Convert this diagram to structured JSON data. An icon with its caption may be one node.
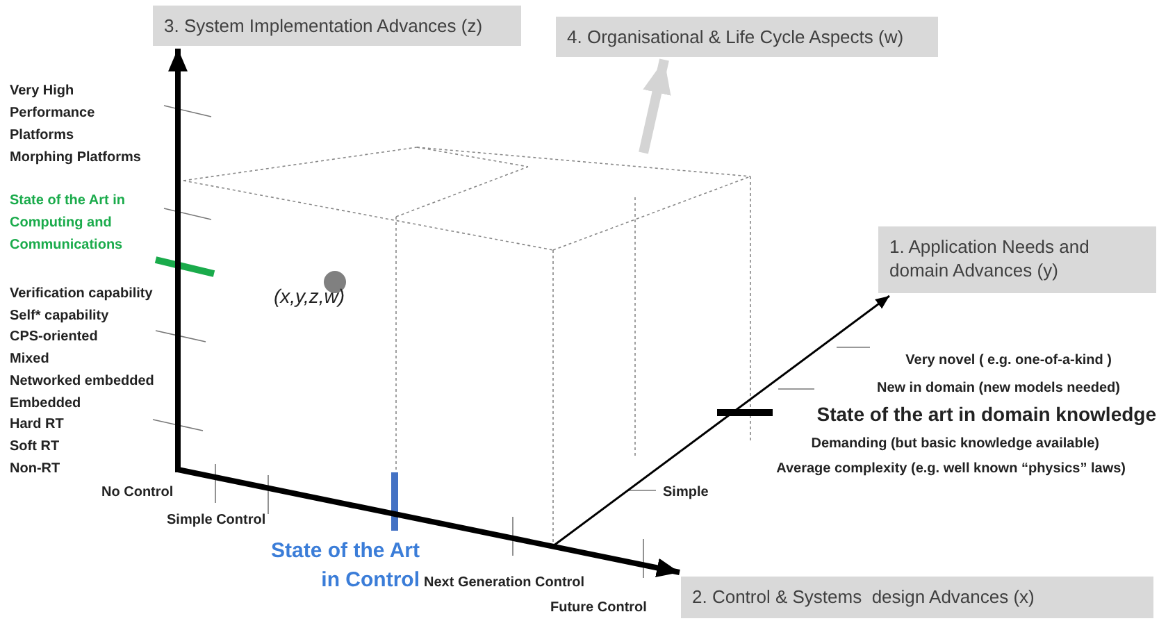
{
  "diagram": {
    "nodes": [
      {
        "text": [
          "3. System Implementation Advances (z)"
        ]
      },
      {
        "text": [
          "4. Organisational & Life Cycle Aspects (w)"
        ]
      },
      {
        "text": [
          "1. Application Needs and domain Advances (y)"
        ]
      },
      {
        "text": [
          "2. Control & Systems  design Advances (x)"
        ]
      }
    ],
    "edges": [
      {
        "from": null,
        "to": 0,
        "arrow": "to"
      },
      {
        "from": null,
        "to": 1,
        "arrow": "to",
        "color": "#d4d4d4"
      },
      {
        "from": null,
        "to": 2,
        "arrow": "to"
      },
      {
        "from": null,
        "to": 3,
        "arrow": "to"
      }
    ],
    "labels": [
      "Very High Performance Platforms",
      "Morphing Platforms",
      "State of the Art in Computing and Communications",
      "Verification capability",
      "Self* capability",
      "CPS-oriented",
      "Mixed",
      "Networked embedded",
      "Embedded",
      "Hard RT",
      "Soft RT",
      "Non-RT",
      "(x,y,z,w)",
      "Very novel ( e.g. one-of-a-kind )",
      "New in domain (new models needed)",
      "State of the art in domain knowledge",
      "Demanding (but basic knowledge available)",
      "Average complexity (e.g. well known “physics” laws)",
      "Simple",
      "No Control",
      "Simple Control",
      "State of the Art in Control",
      "Next Generation Control",
      "Future Control"
    ]
  }
}
